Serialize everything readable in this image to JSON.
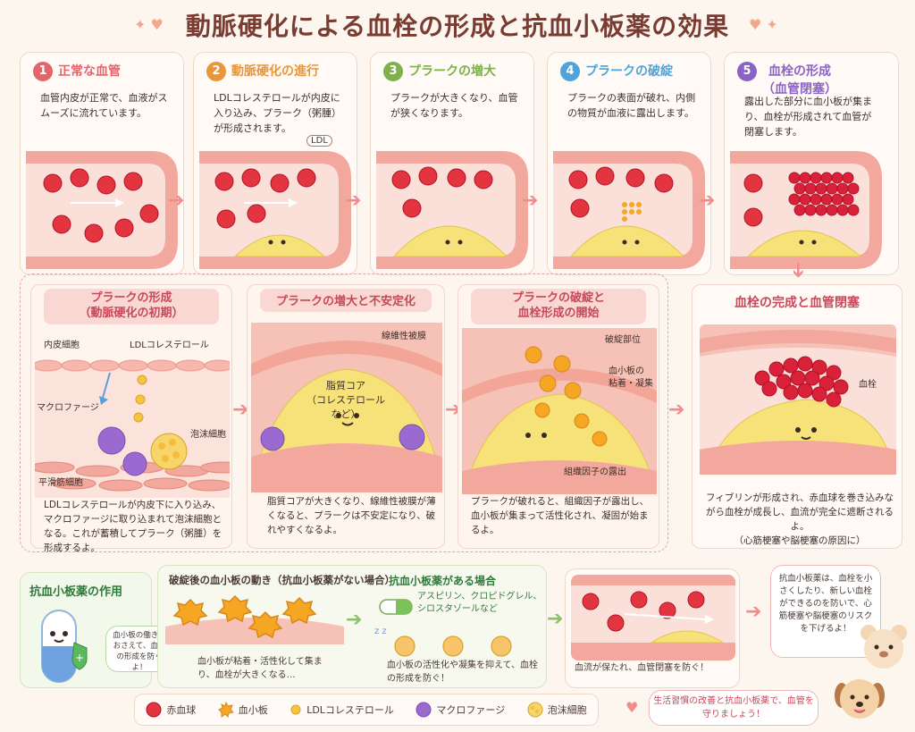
{
  "title": "動脈硬化による血栓の形成と抗血小板薬の効果",
  "steps": [
    {
      "num": "1",
      "title": "正常な血管",
      "desc": "血管内皮が正常で、血液がスムーズに流れています。",
      "color": "#e0666c"
    },
    {
      "num": "2",
      "title": "動脈硬化の進行",
      "desc": "LDLコレステロールが内皮に入り込み、プラーク（粥腫）が形成されます。",
      "color": "#e8963a",
      "badge": "LDL"
    },
    {
      "num": "3",
      "title": "プラークの増大",
      "desc": "プラークが大きくなり、血管が狭くなります。",
      "color": "#7fb04a"
    },
    {
      "num": "4",
      "title": "プラークの破綻",
      "desc": "プラークの表面が破れ、内側の物質が血液に露出します。",
      "color": "#4fa3d8"
    },
    {
      "num": "5",
      "title": "血栓の形成\n（血管閉塞）",
      "desc": "露出した部分に血小板が集まり、血栓が形成されて血管が閉塞します。",
      "color": "#8a64c4"
    }
  ],
  "panels": [
    {
      "title": "プラークの形成\n（動脈硬化の初期）",
      "labels": {
        "endothelium": "内皮細胞",
        "ldl": "LDLコレステロール",
        "macrophage": "マクロファージ",
        "foam": "泡沫細胞",
        "smooth": "平滑筋細胞"
      },
      "desc": "LDLコレステロールが内皮下に入り込み、マクロファージに取り込まれて泡沫細胞となる。これが蓄積してプラーク（粥腫）を形成するよ。"
    },
    {
      "title": "プラークの増大と不安定化",
      "labels": {
        "cap": "線維性被膜",
        "core": "脂質コア\n（コレステロールなど）"
      },
      "desc": "脂質コアが大きくなり、線維性被膜が薄くなると、プラークは不安定になり、破れやすくなるよ。"
    },
    {
      "title": "プラークの破綻と\n血栓形成の開始",
      "labels": {
        "rupture": "破綻部位",
        "adhesion": "血小板の\n粘着・凝集",
        "tissue": "組織因子の露出"
      },
      "desc": "プラークが破れると、組織因子が露出し、血小板が集まって活性化され、凝固が始まるよ。"
    },
    {
      "title": "血栓の完成と血管閉塞",
      "labels": {
        "thrombus": "血栓"
      },
      "desc": "フィブリンが形成され、赤血球を巻き込みながら血栓が成長し、血流が完全に遮断されるよ。\n（心筋梗塞や脳梗塞の原因に）"
    }
  ],
  "drug": {
    "title": "抗血小板薬の作用",
    "bubble": "血小板の働きをおさえて、血栓の形成を防ぐよ！",
    "without_title": "破綻後の血小板の動き（抗血小板薬がない場合）",
    "without_desc": "血小板が粘着・活性化して集まり、血栓が大きくなる…",
    "with_title": "抗血小板薬がある場合",
    "with_drugs": "アスピリン、クロピドグレル、シロスタゾールなど",
    "with_desc": "血小板の活性化や凝集を抑えて、血栓の形成を防ぐ！",
    "flow_desc": "血流が保たれ、血管閉塞を防ぐ！",
    "bear_speech": "抗血小板薬は、血栓を小さくしたり、新しい血栓ができるのを防いで、心筋梗塞や脳梗塞のリスクを下げるよ！",
    "dog_speech": "生活習慣の改善と抗血小板薬で、血管を守りましょう！"
  },
  "legend": [
    {
      "label": "赤血球",
      "icon": "red-blood-cell-icon"
    },
    {
      "label": "血小板",
      "icon": "platelet-icon"
    },
    {
      "label": "LDLコレステロール",
      "icon": "ldl-icon"
    },
    {
      "label": "マクロファージ",
      "icon": "macrophage-icon"
    },
    {
      "label": "泡沫細胞",
      "icon": "foam-cell-icon"
    }
  ],
  "colors": {
    "rbc": "#e2353f",
    "platelet": "#f5a623",
    "plaque": "#f8e26c",
    "vessel": "#f4b7ad",
    "macrophage": "#9b6ad0"
  }
}
